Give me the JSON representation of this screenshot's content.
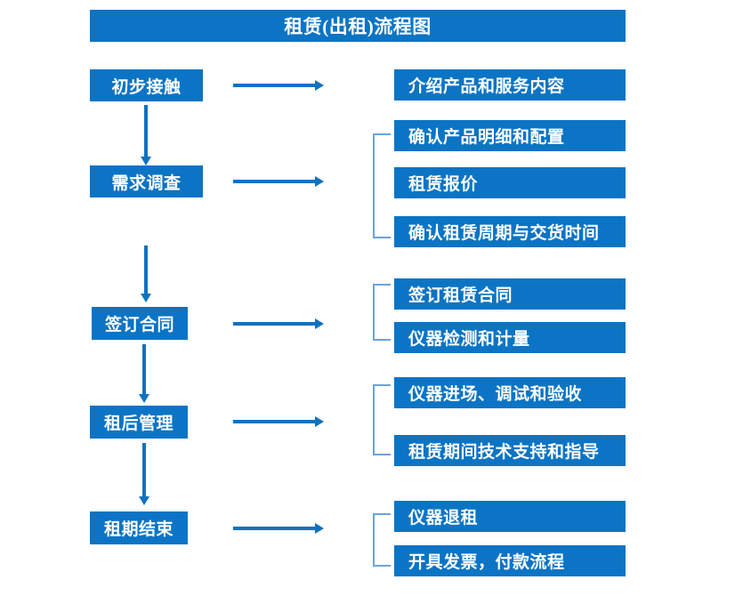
{
  "diagram": {
    "title": "租赁(出租)流程图",
    "colors": {
      "box_fill": "#0b74c4",
      "box_text": "#ffffff",
      "arrow": "#1072bf",
      "bracket": "#6ea2d4",
      "background": "#ffffff"
    },
    "stages": [
      {
        "label": "初步接触",
        "details": [
          "介绍产品和服务内容"
        ]
      },
      {
        "label": "需求调查",
        "details": [
          "确认产品明细和配置",
          "租赁报价",
          "确认租赁周期与交货时间"
        ]
      },
      {
        "label": "签订合同",
        "details": [
          "签订租赁合同",
          "仪器检测和计量"
        ]
      },
      {
        "label": "租后管理",
        "details": [
          "仪器进场、调试和验收",
          "租赁期间技术支持和指导"
        ]
      },
      {
        "label": "租期结束",
        "details": [
          "仪器退租",
          "开具发票，付款流程"
        ]
      }
    ]
  }
}
